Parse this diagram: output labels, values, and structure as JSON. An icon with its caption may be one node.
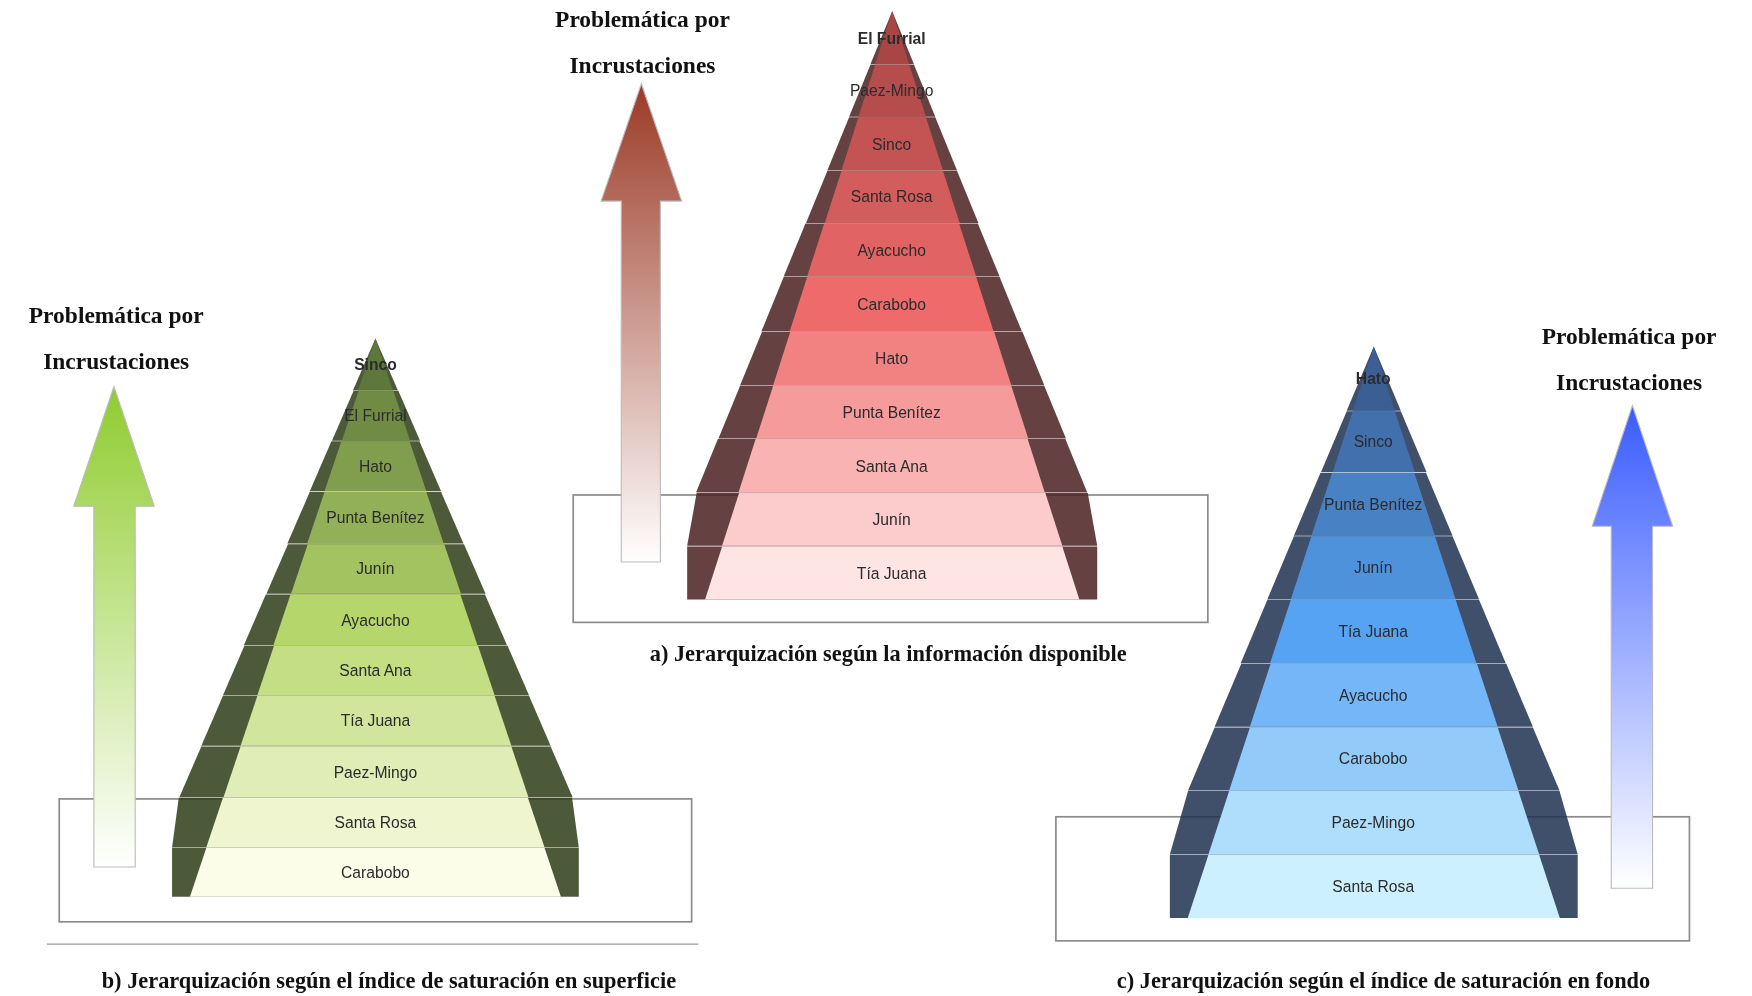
{
  "diagram": {
    "nodes": [
      {
        "text": [
          "El Furrial"
        ]
      },
      {
        "text": [
          "Paez-Mingo"
        ]
      },
      {
        "text": [
          "Sinco"
        ]
      },
      {
        "text": [
          "Santa Rosa"
        ]
      },
      {
        "text": [
          "Ayacucho"
        ]
      },
      {
        "text": [
          "Carabobo"
        ]
      },
      {
        "text": [
          "Hato"
        ]
      },
      {
        "text": [
          "Punta Benítez"
        ]
      },
      {
        "text": [
          "Santa Ana"
        ]
      },
      {
        "text": [
          "Junín"
        ]
      },
      {
        "text": [
          "Tía Juana"
        ]
      },
      {
        "text": [
          "Sinco"
        ]
      },
      {
        "text": [
          "El Furrial"
        ]
      },
      {
        "text": [
          "Hato"
        ]
      },
      {
        "text": [
          "Punta Benítez"
        ]
      },
      {
        "text": [
          "Junín"
        ]
      },
      {
        "text": [
          "Ayacucho"
        ]
      },
      {
        "text": [
          "Santa Ana"
        ]
      },
      {
        "text": [
          "Tía Juana"
        ]
      },
      {
        "text": [
          "Paez-Mingo"
        ]
      },
      {
        "text": [
          "Santa Rosa"
        ]
      },
      {
        "text": [
          "Carabobo"
        ]
      },
      {
        "text": [
          "Hato"
        ]
      },
      {
        "text": [
          "Sinco"
        ]
      },
      {
        "text": [
          "Punta Benítez"
        ]
      },
      {
        "text": [
          "Junín"
        ]
      },
      {
        "text": [
          "Tía Juana"
        ]
      },
      {
        "text": [
          "Ayacucho"
        ]
      },
      {
        "text": [
          "Carabobo"
        ]
      },
      {
        "text": [
          "Paez-Mingo"
        ]
      },
      {
        "text": [
          "Santa Rosa"
        ]
      }
    ],
    "labels": [
      "Problemática por Incrustaciones",
      "a) Jerarquización según la información disponible",
      "Problemática por Incrustaciones",
      "b) Jerarquización según el índice de saturación en superficie",
      "Problemática por Incrustaciones",
      "c) Jerarquización según el índice de saturación en fondo"
    ]
  }
}
